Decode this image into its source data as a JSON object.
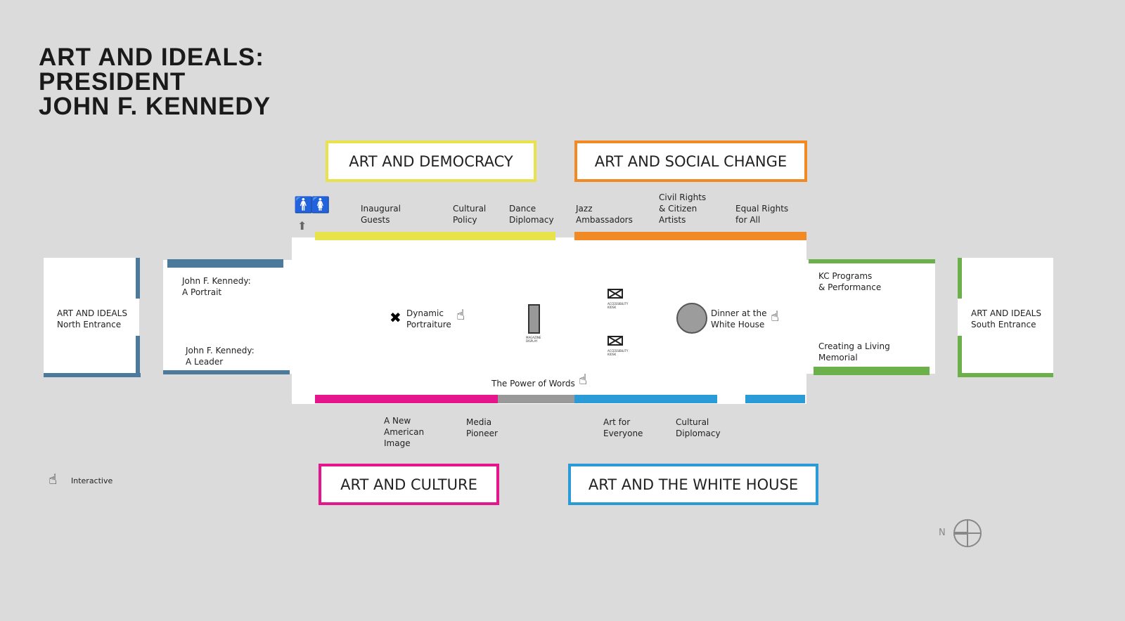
{
  "title": {
    "line1": "ART AND IDEALS:",
    "line2": "PRESIDENT",
    "line3": "JOHN F. KENNEDY"
  },
  "sections": {
    "democracy": {
      "label": "ART AND DEMOCRACY",
      "color": "#e9e34b"
    },
    "social_change": {
      "label": "ART AND SOCIAL CHANGE",
      "color": "#f18a25"
    },
    "culture": {
      "label": "ART AND CULTURE",
      "color": "#e5158b"
    },
    "white_house": {
      "label": "ART AND THE WHITE HOUSE",
      "color": "#2a9bd7"
    },
    "portrait": {
      "color": "#4b7a9c"
    },
    "memorial": {
      "color": "#6bb04b"
    }
  },
  "labels": {
    "inaugural": "Inaugural\nGuests",
    "cultural_policy": "Cultural\nPolicy",
    "dance": "Dance\nDiplomacy",
    "jazz": "Jazz\nAmbassadors",
    "civil_rights": "Civil Rights\n& Citizen\nArtists",
    "equal_rights": "Equal Rights\nfor All",
    "new_american": "A New\nAmerican\nImage",
    "media": "Media\nPioneer",
    "art_everyone": "Art for\nEveryone",
    "cultural_diplomacy": "Cultural\nDiplomacy",
    "portrait": "John F. Kennedy:\nA Portrait",
    "leader": "John F. Kennedy:\nA Leader",
    "north": "ART AND IDEALS\nNorth Entrance",
    "south": "ART AND IDEALS\nSouth Entrance",
    "kc_programs": "KC Programs\n& Performance",
    "living_memorial": "Creating a Living\nMemorial",
    "dynamic": "Dynamic\nPortraiture",
    "dinner": "Dinner at the\nWhite House",
    "power_words": "The Power of Words",
    "magazine": "MAGAZINE\nDISPLAY",
    "kiosk1": "ACCESSIBILITY\nKIOSK",
    "kiosk2": "ACCESSIBILITY\nKIOSK"
  },
  "legend": {
    "interactive": "Interactive"
  },
  "compass": {
    "label": "N"
  }
}
